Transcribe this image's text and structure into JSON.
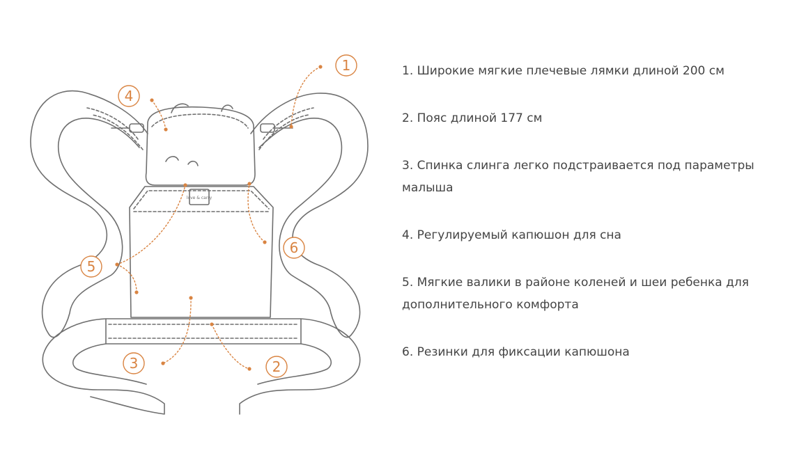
{
  "callouts": [
    "1",
    "2",
    "3",
    "4",
    "5",
    "6"
  ],
  "logo_text": "love & carry",
  "features": [
    "1. Широкие мягкие плечевые лямки длиной 200 см",
    "2. Пояс длиной 177 см",
    "3. Спинка слинга легко подстраивается под параметры малыша",
    "4. Регулируемый капюшон для сна",
    "5. Мягкие валики в районе коленей и шеи ребенка для дополнительного комфорта",
    "6. Резинки для фиксации капюшона"
  ],
  "colors": {
    "outline": "#6f6f6f",
    "accent": "#d98442",
    "text": "#444444"
  }
}
